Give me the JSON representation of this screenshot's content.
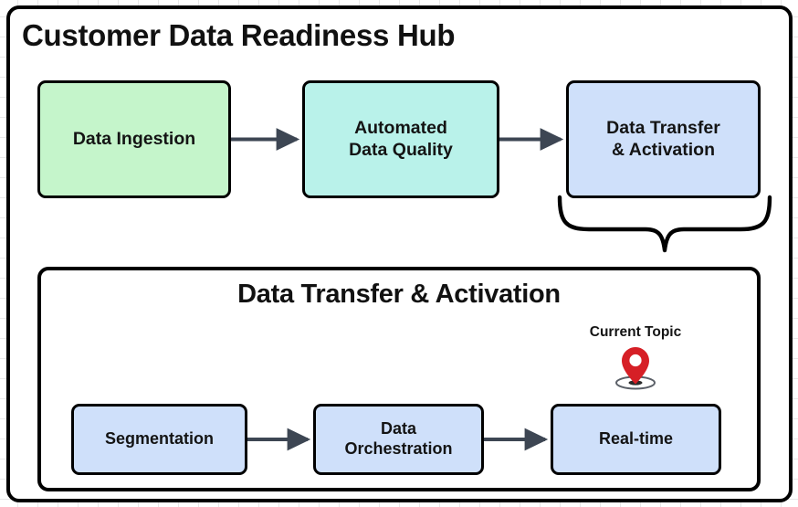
{
  "diagram": {
    "title": "Customer Data Readiness Hub",
    "background": "#ffffff",
    "grid": true
  },
  "top_flow": {
    "nodes": [
      {
        "id": "data-ingestion",
        "label": "Data Ingestion",
        "color": "#c5f5cb"
      },
      {
        "id": "automated-quality",
        "label": "Automated\nData Quality",
        "line1": "Automated",
        "line2": "Data Quality",
        "color": "#b9f2ea"
      },
      {
        "id": "data-transfer",
        "label": "Data Transfer\n& Activation",
        "line1": "Data Transfer",
        "line2": "& Activation",
        "color": "#cfe0fa"
      }
    ],
    "connector_color": "#3d4653"
  },
  "detail_section": {
    "title": "Data Transfer & Activation",
    "nodes": [
      {
        "id": "segmentation",
        "label": "Segmentation",
        "color": "#cfe0fa"
      },
      {
        "id": "data-orchestration",
        "label": "Data Orchestration",
        "line1": "Data",
        "line2": "Orchestration",
        "color": "#cfe0fa"
      },
      {
        "id": "real-time",
        "label": "Real-time",
        "color": "#cfe0fa"
      }
    ],
    "connector_color": "#3d4653"
  },
  "marker": {
    "label": "Current Topic",
    "icon": "map-pin-icon",
    "pin_color": "#d61f26",
    "ring_color": "#5b6068",
    "attached_to": "real-time"
  }
}
